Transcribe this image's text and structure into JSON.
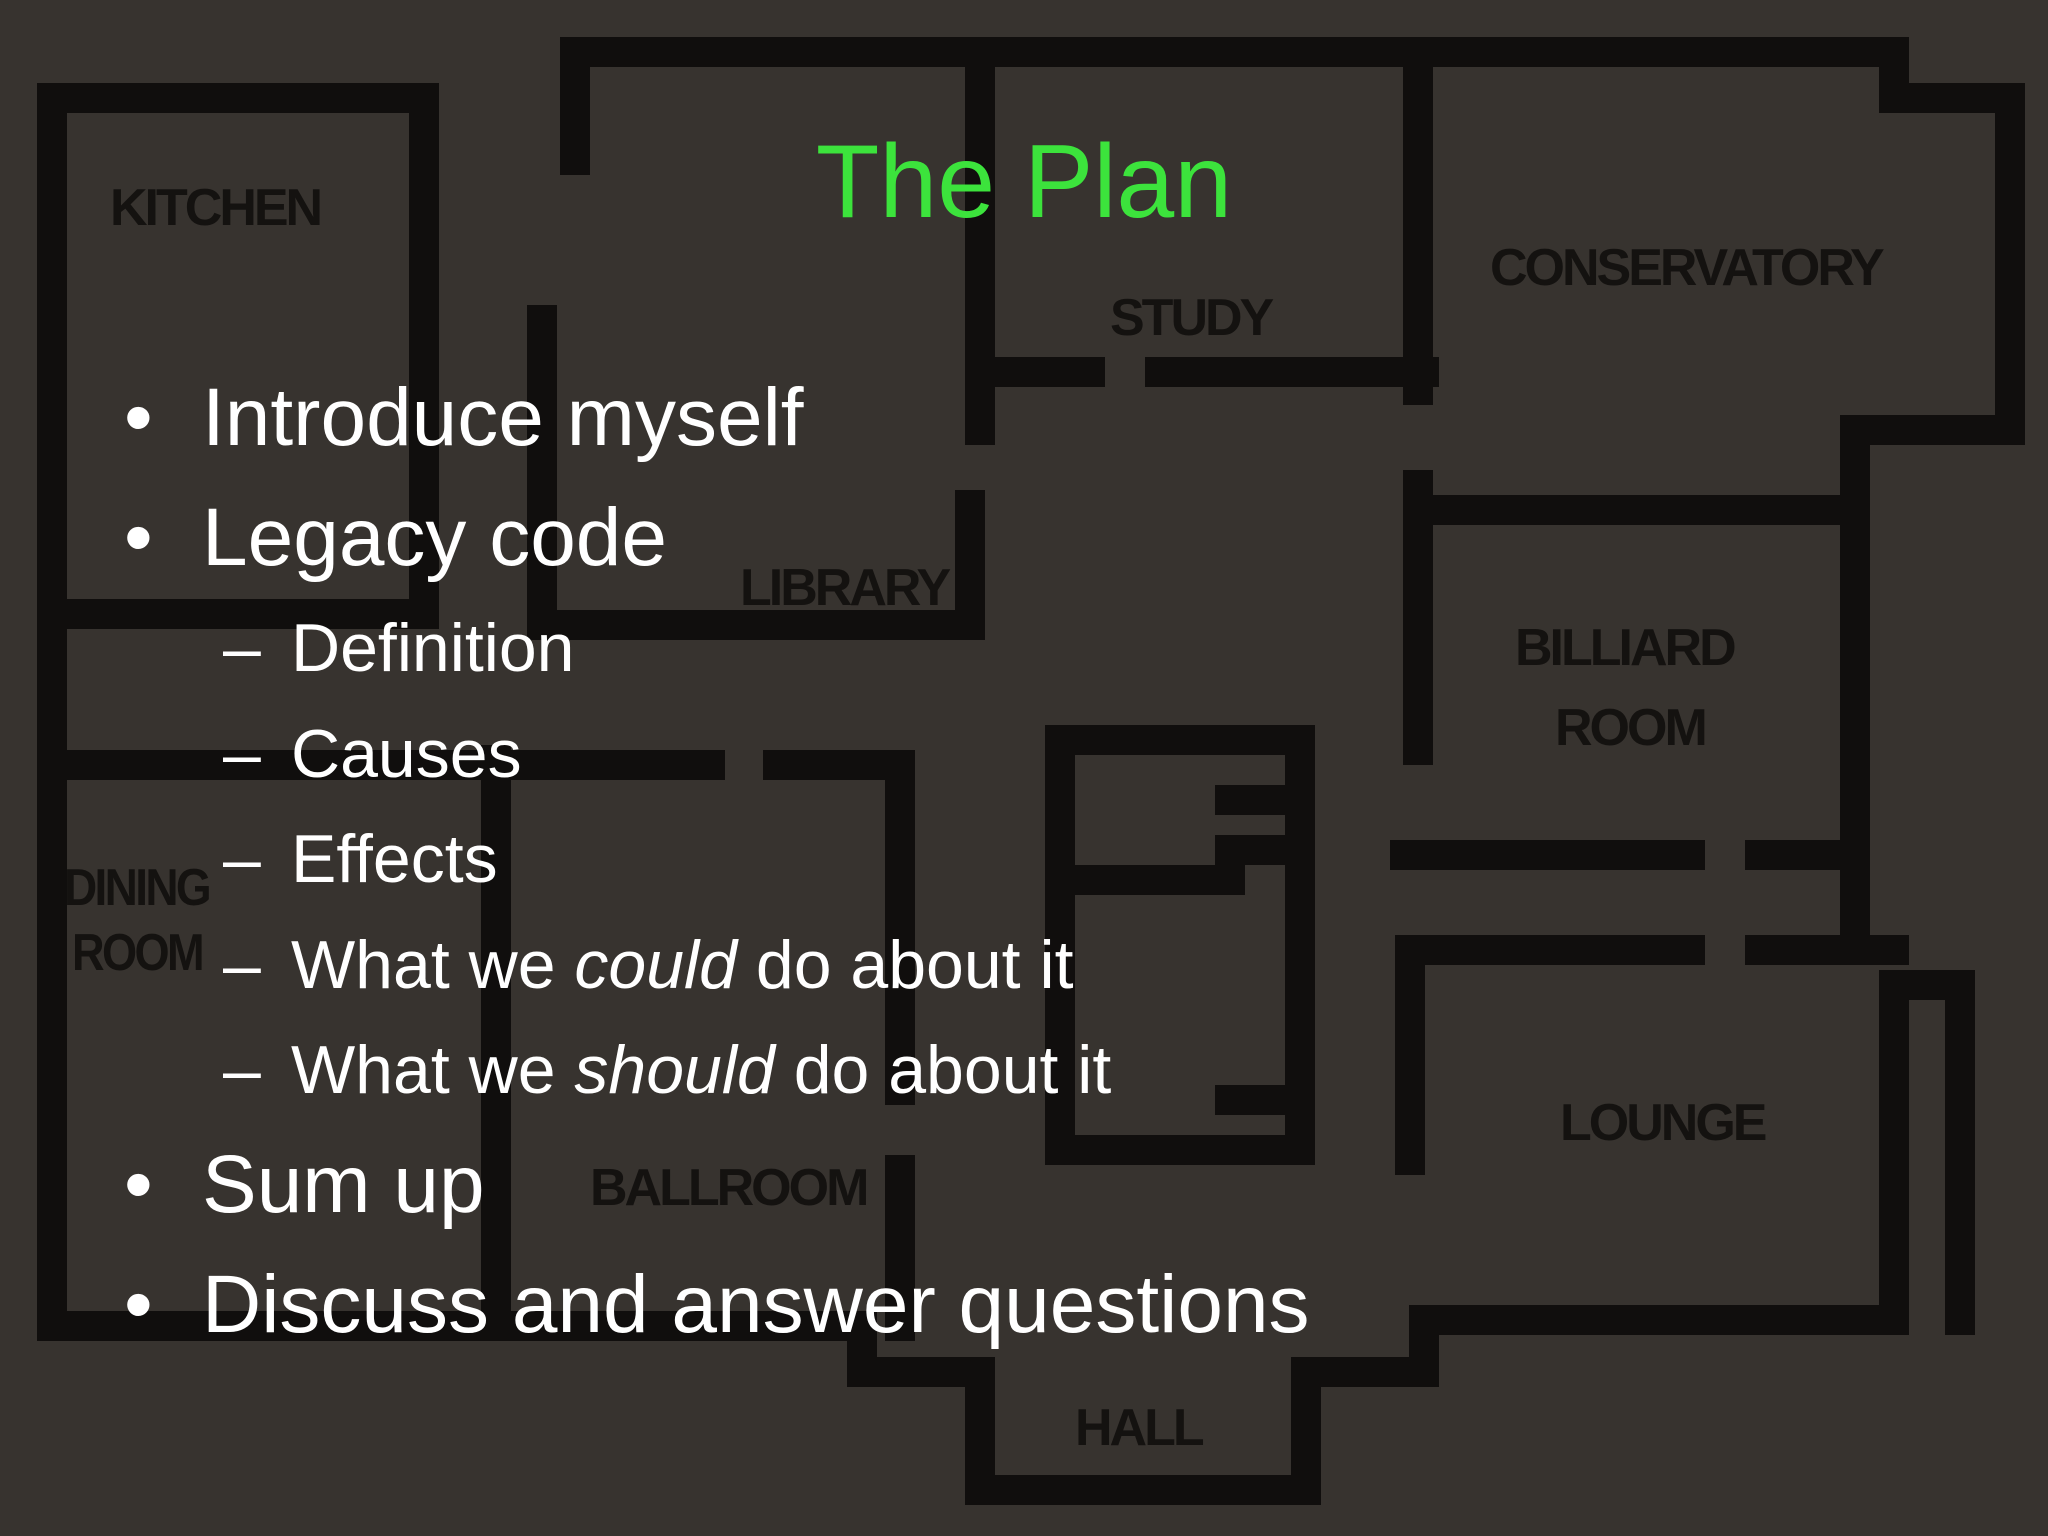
{
  "colors": {
    "accent": "#3ce33c",
    "background": "#37332f",
    "text": "#ffffff"
  },
  "background_labels": [
    "KITCHEN",
    "LIBRARY",
    "STUDY",
    "CONSERVATORY",
    "BILLIARD",
    "ROOM",
    "DINING",
    "ROOM",
    "BALLROOM",
    "LOUNGE",
    "HALL"
  ],
  "slide": {
    "title": "The Plan",
    "bullets": [
      {
        "level": 1,
        "marker": "•",
        "text": "Introduce myself"
      },
      {
        "level": 1,
        "marker": "•",
        "text": "Legacy code"
      },
      {
        "level": 2,
        "marker": "–",
        "text": "Definition"
      },
      {
        "level": 2,
        "marker": "–",
        "text": "Causes"
      },
      {
        "level": 2,
        "marker": "–",
        "text": "Effects"
      },
      {
        "level": 2,
        "marker": "–",
        "pre": "What we ",
        "em": "could",
        "post": " do about it"
      },
      {
        "level": 2,
        "marker": "–",
        "pre": "What we ",
        "em": "should",
        "post": " do about it"
      },
      {
        "level": 1,
        "marker": "•",
        "text": "Sum up"
      },
      {
        "level": 1,
        "marker": "•",
        "text": "Discuss and answer questions"
      }
    ]
  }
}
